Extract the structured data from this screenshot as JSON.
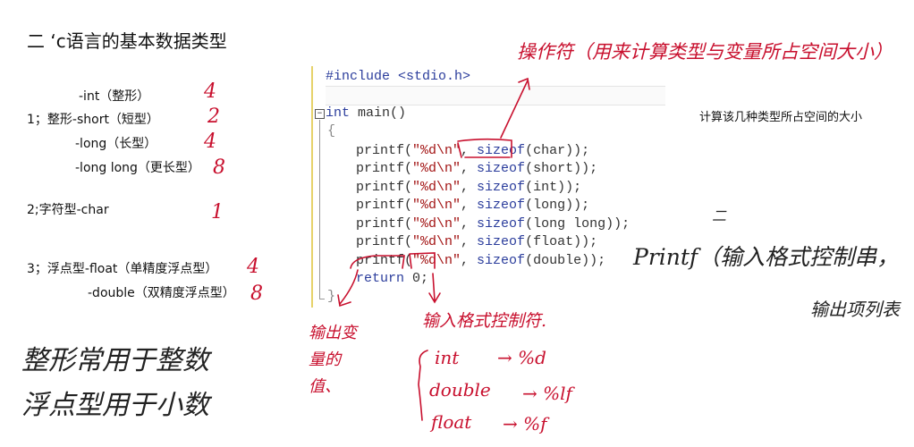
{
  "title": "二 ‘c语言的基本数据类型",
  "types": {
    "int_line": "-int（整形）",
    "short_line": "1；整形-short（短型）",
    "long_line": "-long（长型）",
    "longlong_line": "-long long（更长型）",
    "char_line": "2;字符型-char",
    "float_line": "3；浮点型-float（单精度浮点型）",
    "double_line": "-double（双精度浮点型）"
  },
  "sizes_handwritten": {
    "int": "4",
    "short": "2",
    "long": "4",
    "long_long": "8",
    "char": "1",
    "float": "4",
    "double": "8"
  },
  "code": {
    "include": "#include <stdio.h>",
    "main_kw": "int",
    "main_rest": " main()",
    "open_brace": "{",
    "printf_prefix": "printf(",
    "format_str": "\"%d\\n\"",
    "sep": ", ",
    "sizeof_kw": "sizeof",
    "args": [
      "(char));",
      "(short));",
      "(int));",
      "(long));",
      "(long long));",
      "(float));",
      "(double));"
    ],
    "return_kw": "return",
    "return_rest": " 0;",
    "close_brace": "}",
    "fold_symbol": "−"
  },
  "annotations": {
    "sizeof_note": "操作符（用来计算类型与变量所占空间大小）",
    "right_note": "计算该几种类型所占空间的大小",
    "printf_note_num": "二",
    "printf_note": "Printf（输入格式控制串，",
    "printf_note2": "输出项列表",
    "output_var_note": "输出变量的值、",
    "format_note": "输入格式控制符.",
    "format_map": [
      {
        "type": "int",
        "spec": "→ %d"
      },
      {
        "type": "double",
        "spec": "→ %lf"
      },
      {
        "type": "float",
        "spec": "→ %f"
      }
    ],
    "summary_1": "整形常用于整数",
    "summary_2": "浮点型用于小数"
  },
  "colors": {
    "ink_red": "#c8102e",
    "keyword_blue": "#2b3d9c",
    "string_red": "#a31515",
    "gutter_yellow": "#e6d26a"
  }
}
